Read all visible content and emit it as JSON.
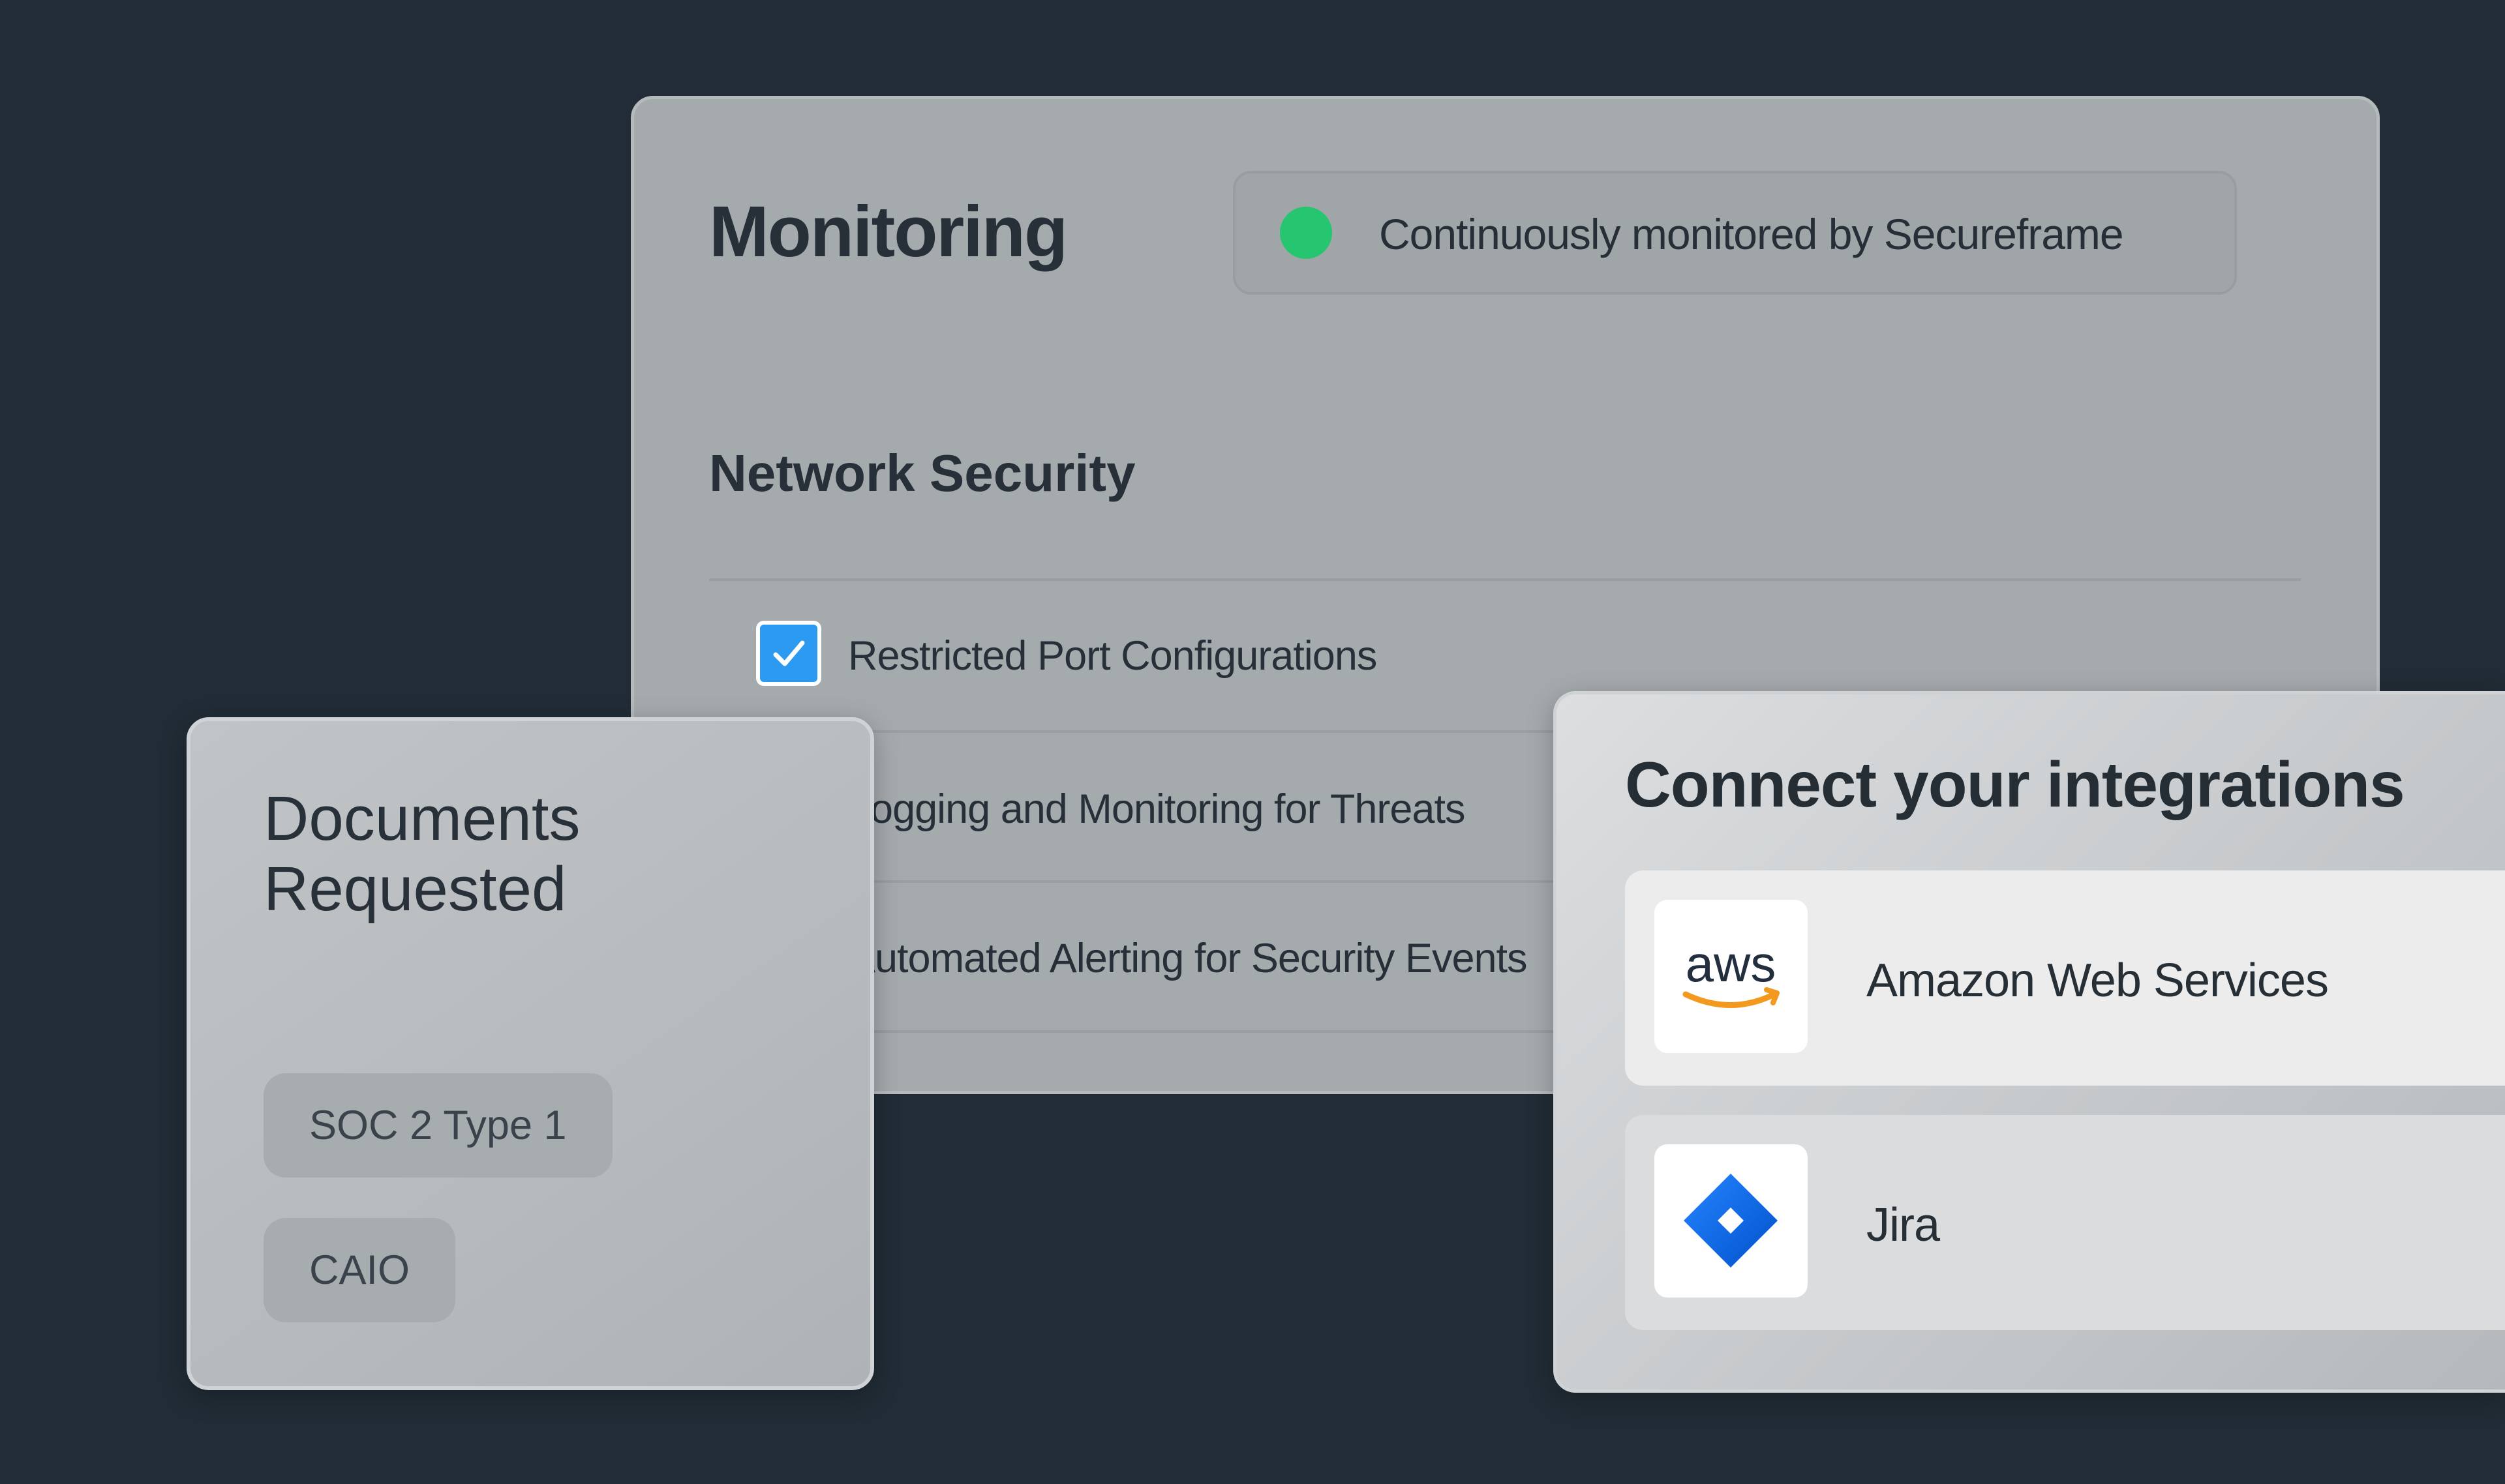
{
  "monitoring": {
    "title": "Monitoring",
    "status_text": "Continuously monitored by Secureframe",
    "status_color": "#26c56f",
    "section_title": "Network Security",
    "controls": [
      {
        "label": "Restricted Port Configurations",
        "checked": true
      },
      {
        "label": "Logging and Monitoring for Threats",
        "checked": false
      },
      {
        "label": "Automated Alerting for Security Events",
        "checked": false
      }
    ]
  },
  "documents": {
    "title": "Documents Requested",
    "tags": [
      "SOC 2 Type 1",
      "CAIO"
    ]
  },
  "integrations": {
    "title": "Connect your integrations",
    "items": [
      {
        "name": "Amazon Web Services",
        "logo_text": "aws",
        "icon": "aws-logo-icon"
      },
      {
        "name": "Jira",
        "icon": "jira-logo-icon"
      }
    ]
  },
  "colors": {
    "background": "#212c36",
    "checkbox": "#2b9af0",
    "aws_smile": "#f39a1e",
    "jira_blue": "#2d6cf0"
  }
}
